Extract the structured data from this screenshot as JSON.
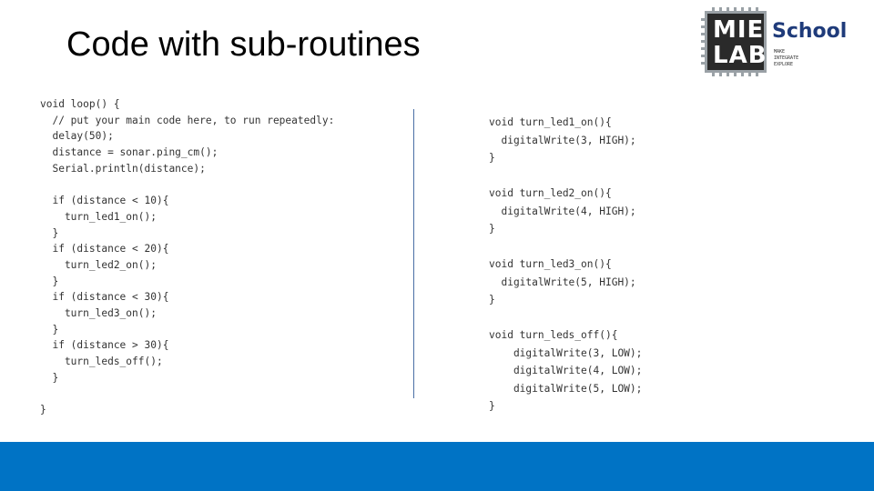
{
  "slide": {
    "title": "Code with sub-routines"
  },
  "logo": {
    "chip_text_top": "MIE",
    "chip_text_bottom": "LAB",
    "school": "School",
    "tagline": [
      "MAKE",
      "INTEGRATE",
      "EXPLORE"
    ]
  },
  "left_code": [
    "void loop() {",
    "  // put your main code here, to run repeatedly:",
    "  delay(50);",
    "  distance = sonar.ping_cm();",
    "  Serial.println(distance);",
    "",
    "  if (distance < 10){",
    "    turn_led1_on();",
    "  }",
    "  if (distance < 20){",
    "    turn_led2_on();",
    "  }",
    "  if (distance < 30){",
    "    turn_led3_on();",
    "  }",
    "  if (distance > 30){",
    "    turn_leds_off();",
    "  }",
    "",
    "}"
  ],
  "right_code": [
    "void turn_led1_on(){",
    "  digitalWrite(3, HIGH);",
    "}",
    "",
    "void turn_led2_on(){",
    "  digitalWrite(4, HIGH);",
    "}",
    "",
    "void turn_led3_on(){",
    "  digitalWrite(5, HIGH);",
    "}",
    "",
    "void turn_leds_off(){",
    "    digitalWrite(3, LOW);",
    "    digitalWrite(4, LOW);",
    "    digitalWrite(5, LOW);",
    "}"
  ],
  "colors": {
    "footer": "#0073c5",
    "keyword": "#2f6ea5",
    "function": "#d35400",
    "constant": "#2f7fbf"
  }
}
